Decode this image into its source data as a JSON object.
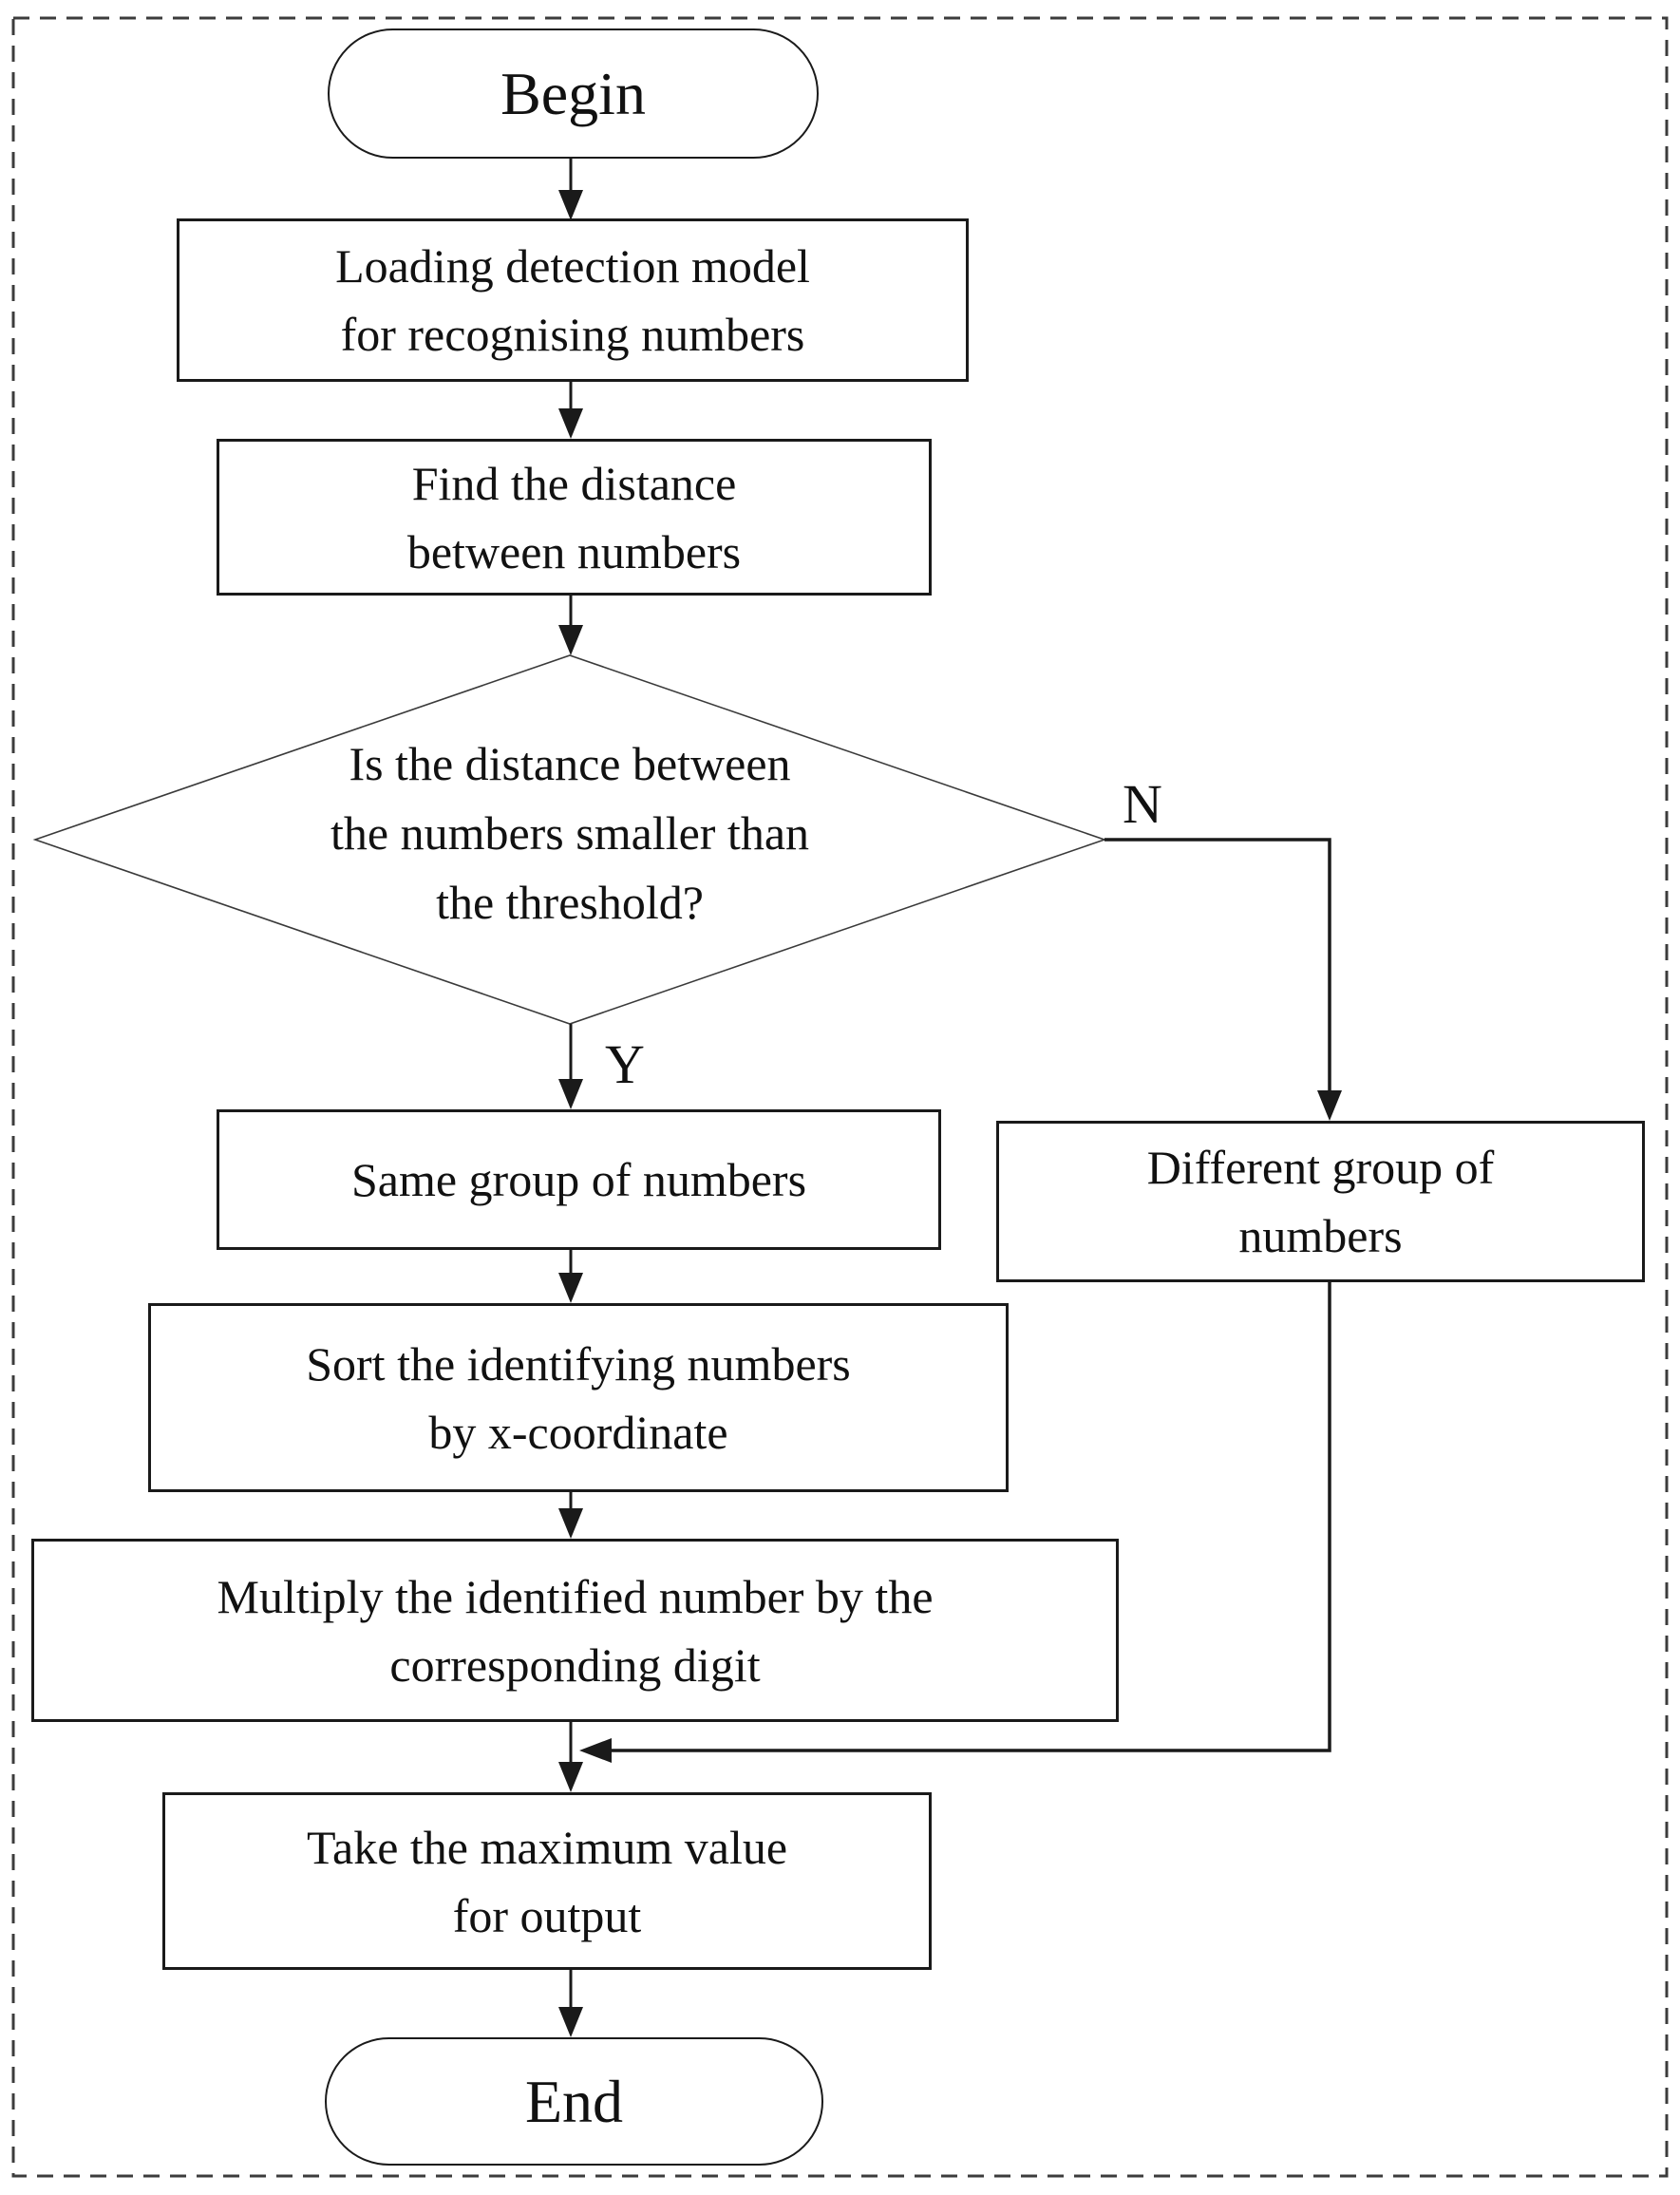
{
  "diagram": {
    "title_hint": "number-recognition grouping flowchart",
    "colors": {
      "ink": "#111111",
      "node_border": "#1a1a1a",
      "frame_dash": "#3c3c3c",
      "background": "#ffffff"
    },
    "nodes": {
      "begin": {
        "label": "Begin"
      },
      "load": {
        "line1": "Loading detection model",
        "line2": "for recognising numbers"
      },
      "find": {
        "line1": "Find the distance",
        "line2": "between numbers"
      },
      "decision": {
        "line1": "Is the distance between",
        "line2": "the numbers smaller than",
        "line3": "the threshold?"
      },
      "same": {
        "label": "Same group of numbers"
      },
      "different": {
        "line1": "Different group of",
        "line2": "numbers"
      },
      "sort": {
        "line1": "Sort the identifying numbers",
        "line2": "by x-coordinate"
      },
      "multiply": {
        "line1": "Multiply the identified number by the",
        "line2": "corresponding digit"
      },
      "take": {
        "line1": "Take the maximum value",
        "line2": "for output"
      },
      "end": {
        "label": "End"
      }
    },
    "branch_labels": {
      "yes": "Y",
      "no": "N"
    }
  }
}
